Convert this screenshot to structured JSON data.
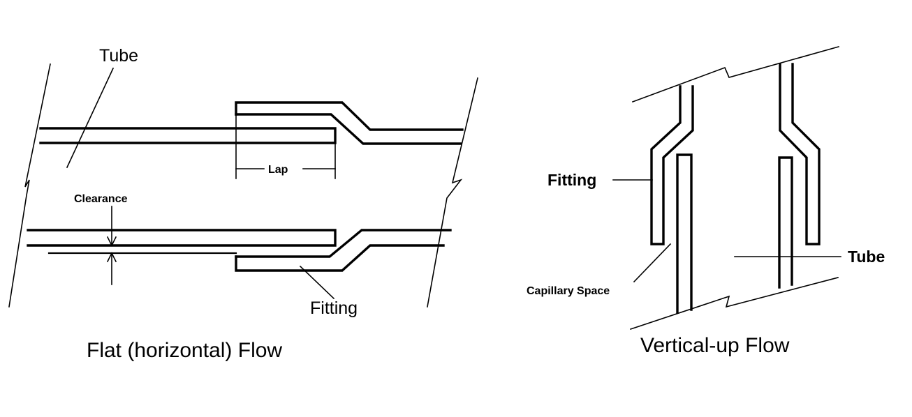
{
  "left_diagram": {
    "tube_label": "Tube",
    "clearance_label": "Clearance",
    "lap_label": "Lap",
    "fitting_label": "Fitting",
    "caption": "Flat (horizontal) Flow"
  },
  "right_diagram": {
    "fitting_label": "Fitting",
    "tube_label": "Tube",
    "capillary_label": "Capillary Space",
    "caption": "Vertical-up Flow"
  }
}
